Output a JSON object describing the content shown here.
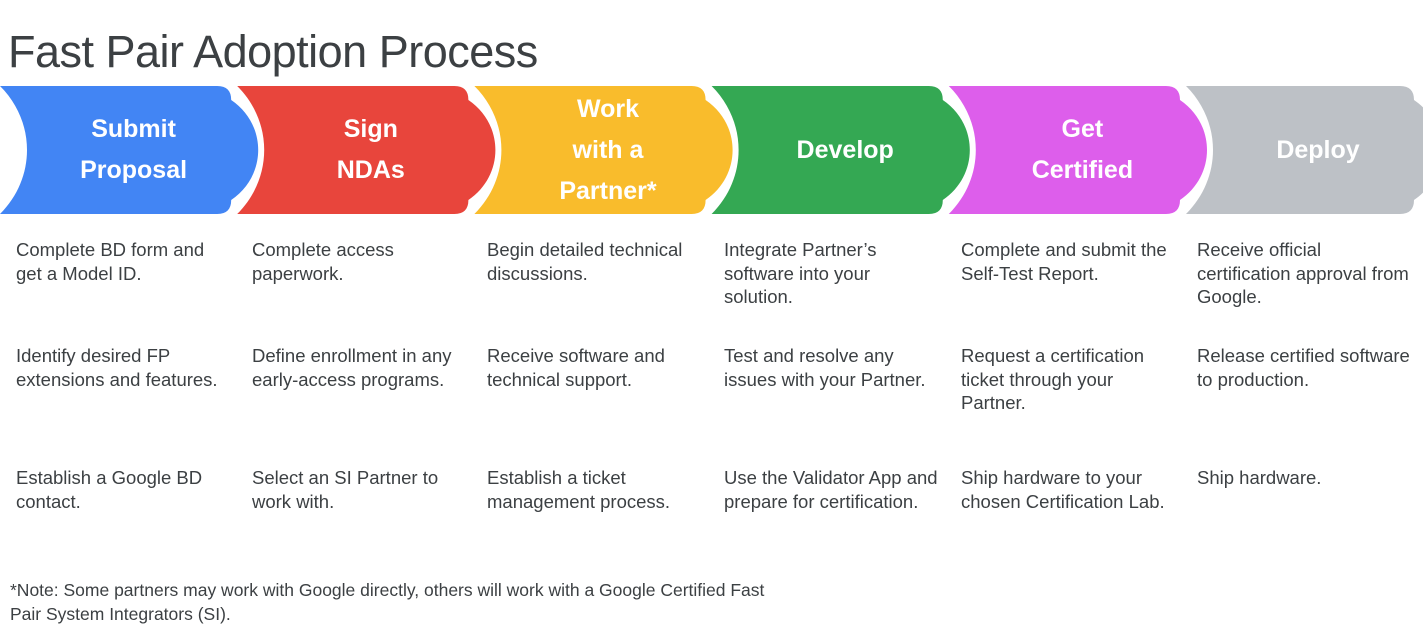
{
  "page": {
    "title": "Fast Pair Adoption Process",
    "footnote": "*Note: Some partners may work with Google directly, others will work with a Google Certified Fast Pair System Integrators (SI)."
  },
  "colors": {
    "title_text": "#3c4043",
    "body_text": "#3c4043",
    "stage_label_text": "#ffffff",
    "background": "#ffffff"
  },
  "process": {
    "stages": [
      {
        "label": "Submit\nProposal",
        "color": "#4285f4",
        "color_name": "blue",
        "items": [
          "Complete BD form and get a Model ID.",
          "Identify desired FP extensions and features.",
          "Establish a Google BD contact."
        ]
      },
      {
        "label": "Sign\nNDAs",
        "color": "#e8453c",
        "color_name": "red",
        "items": [
          "Complete access paperwork.",
          "Define enrollment in any early-access programs.",
          "Select an SI Partner to work with."
        ]
      },
      {
        "label": "Work\nwith a\nPartner*",
        "color": "#f9bc2c",
        "color_name": "yellow",
        "items": [
          "Begin detailed technical discussions.",
          "Receive software and technical support.",
          "Establish a ticket management process."
        ]
      },
      {
        "label": "Develop",
        "color": "#34a853",
        "color_name": "green",
        "items": [
          "Integrate Partner’s software into your solution.",
          "Test and resolve any issues with your Partner.",
          "Use the Validator App and prepare for certification."
        ]
      },
      {
        "label": "Get\nCertified",
        "color": "#dd5eeb",
        "color_name": "magenta",
        "items": [
          "Complete and submit the Self-Test Report.",
          "Request a certification ticket through your Partner.",
          "Ship hardware to your chosen Certification Lab."
        ]
      },
      {
        "label": "Deploy",
        "color": "#bdc1c6",
        "color_name": "gray",
        "items": [
          "Receive official certification approval from Google.",
          "Release certified software to production.",
          "Ship hardware."
        ]
      }
    ]
  }
}
